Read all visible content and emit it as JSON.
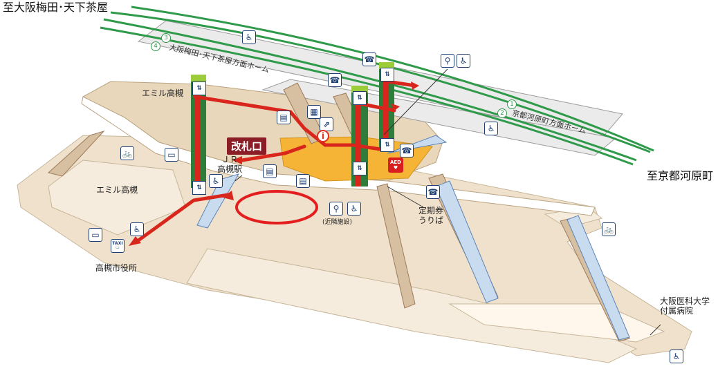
{
  "destinations": {
    "top_left": "至大阪梅田･天下茶屋",
    "right": "至京都河原町"
  },
  "platforms": {
    "upper": {
      "tracks": [
        "3",
        "4"
      ],
      "name": "大阪梅田･天下茶屋方面ホーム"
    },
    "lower": {
      "tracks": [
        "1",
        "2"
      ],
      "name": "京都河原町方面ホーム"
    }
  },
  "labels": {
    "emil_upper": "エミル高槻",
    "emil_lower": "エミル高槻",
    "gate": "改札口",
    "jr_station": "ＪＲ\n高槻駅",
    "kinsetsu": "(近隣施設)",
    "commuter_pass": "定期券\nうりば",
    "city_hall": "高槻市役所",
    "hospital": "大阪医科大学\n付属病院"
  },
  "icons": {
    "elevator": "elevator-icon",
    "phone": "phone-icon",
    "restroom": "restroom-icon",
    "wheelchair": "wheelchair-icon",
    "accessible_restroom": "accessible-restroom-icon",
    "bicycle_parking": "bicycle-parking-icon",
    "bus": "bus-icon",
    "taxi": "taxi-icon",
    "ticket_machine": "ticket-machine-icon",
    "information": "information-icon",
    "aed": "aed-icon",
    "locker": "locker-icon",
    "escalator": "escalator-icon"
  },
  "icon_text": {
    "info": "i",
    "aed": "AED",
    "taxi": "TAXI",
    "elev": "⇅"
  },
  "colors": {
    "route": "#d9261c",
    "track": "#2f9a4a",
    "concourse": "#f6b437",
    "floor": "#efe1cc",
    "platform": "#e9e9e9",
    "gate": "#8b1d27",
    "highlight_circle": "#e41e1e"
  }
}
